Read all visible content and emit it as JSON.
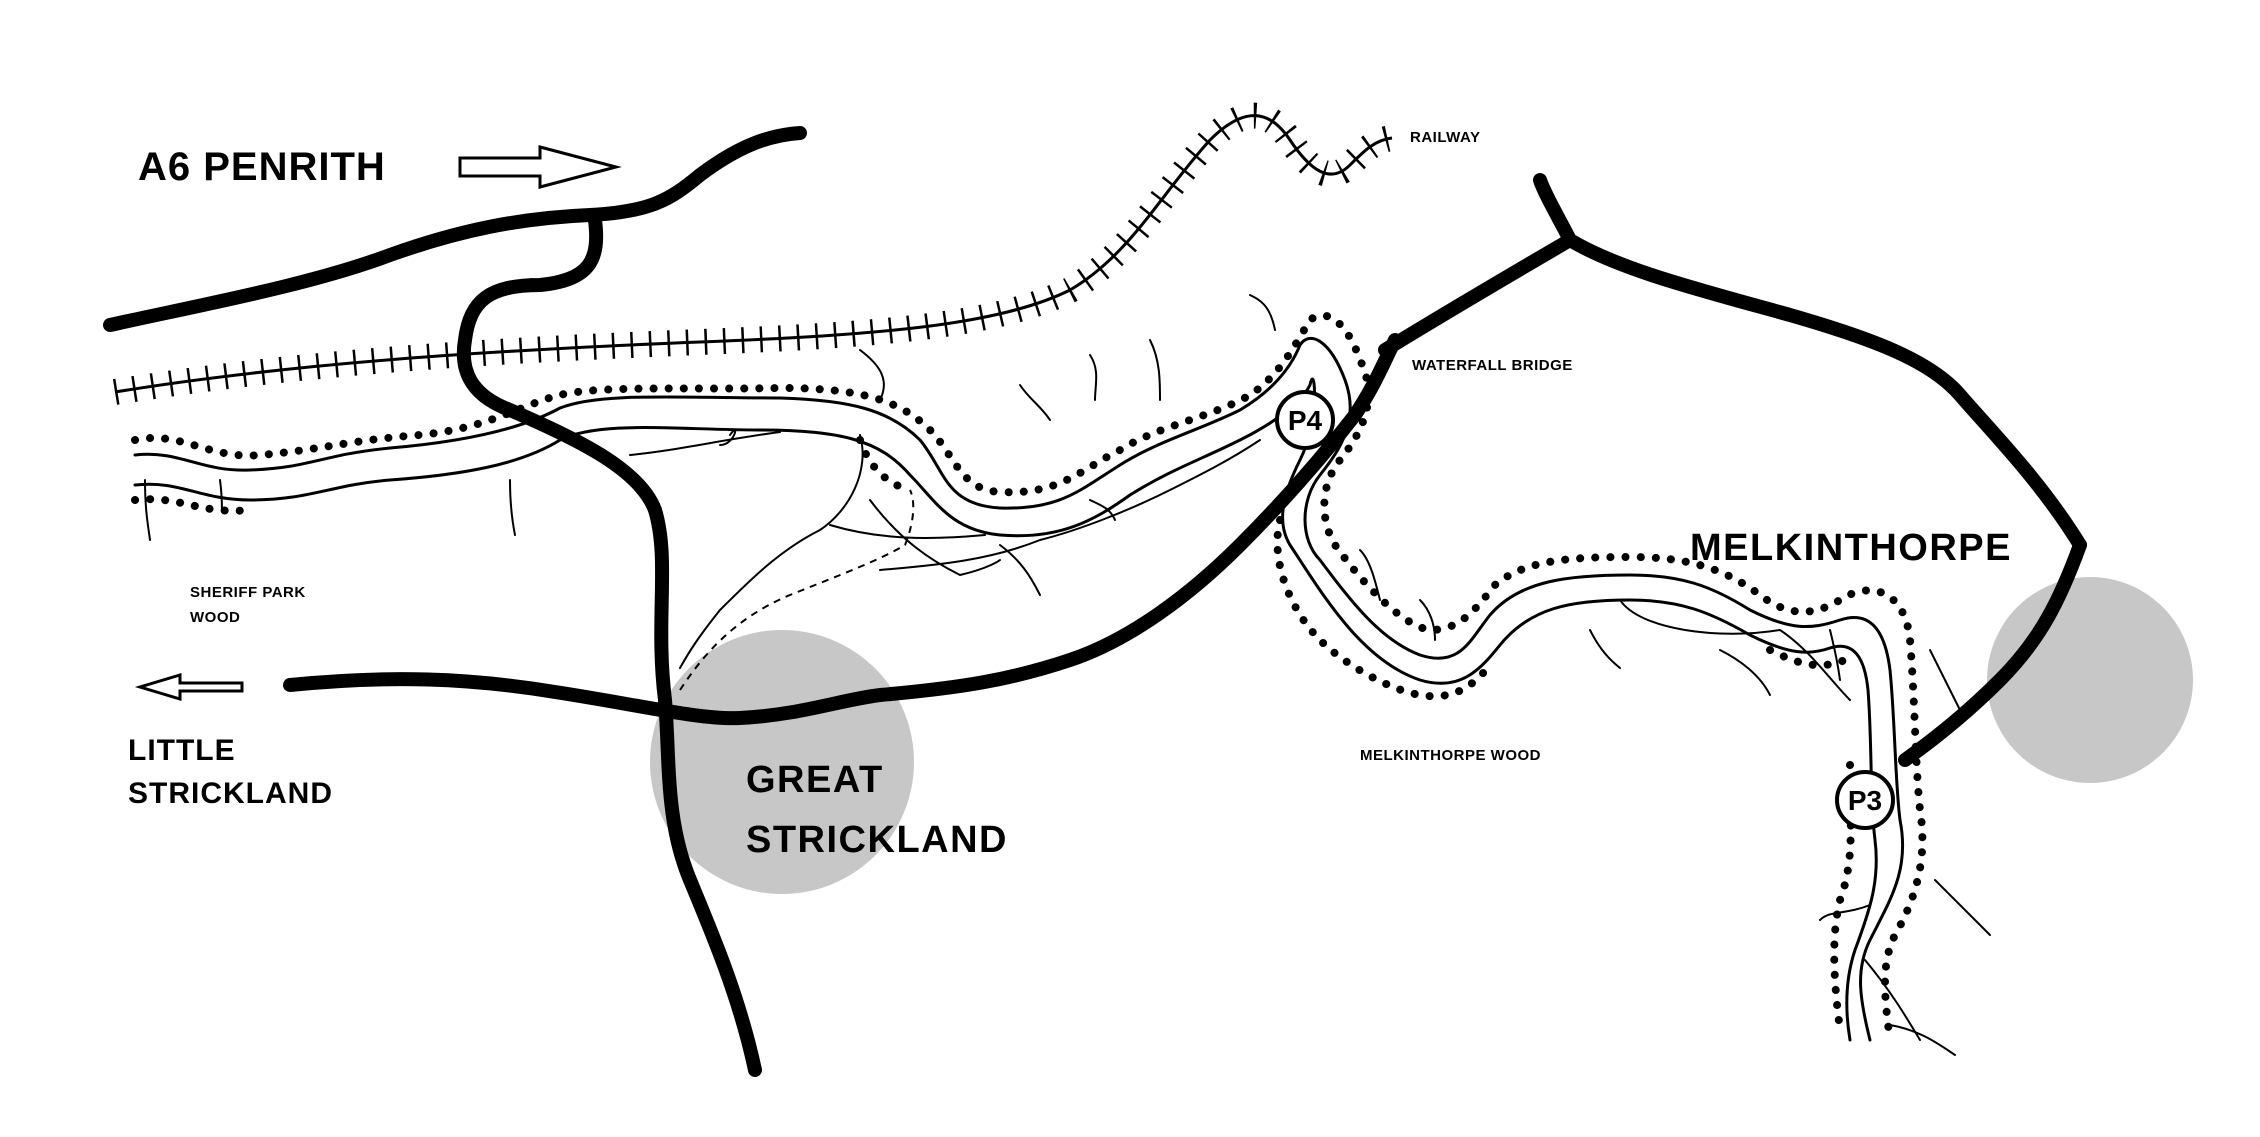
{
  "map": {
    "labels": {
      "a6_penrith": "A6 PENRITH",
      "railway": "RAILWAY",
      "waterfall_bridge": "WATERFALL BRIDGE",
      "melkinthorpe": "MELKINTHORPE",
      "sheriff_park_wood_line1": "SHERIFF PARK",
      "sheriff_park_wood_line2": "WOOD",
      "little_strickland_line1": "LITTLE",
      "little_strickland_line2": "STRICKLAND",
      "great_strickland_line1": "GREAT",
      "great_strickland_line2": "STRICKLAND",
      "melkinthorpe_wood": "MELKINTHORPE WOOD"
    },
    "markers": {
      "p4": "P4",
      "p3": "P3"
    },
    "colors": {
      "ink": "#000000",
      "village_fill": "#bdbdbd",
      "background": "#ffffff"
    }
  }
}
